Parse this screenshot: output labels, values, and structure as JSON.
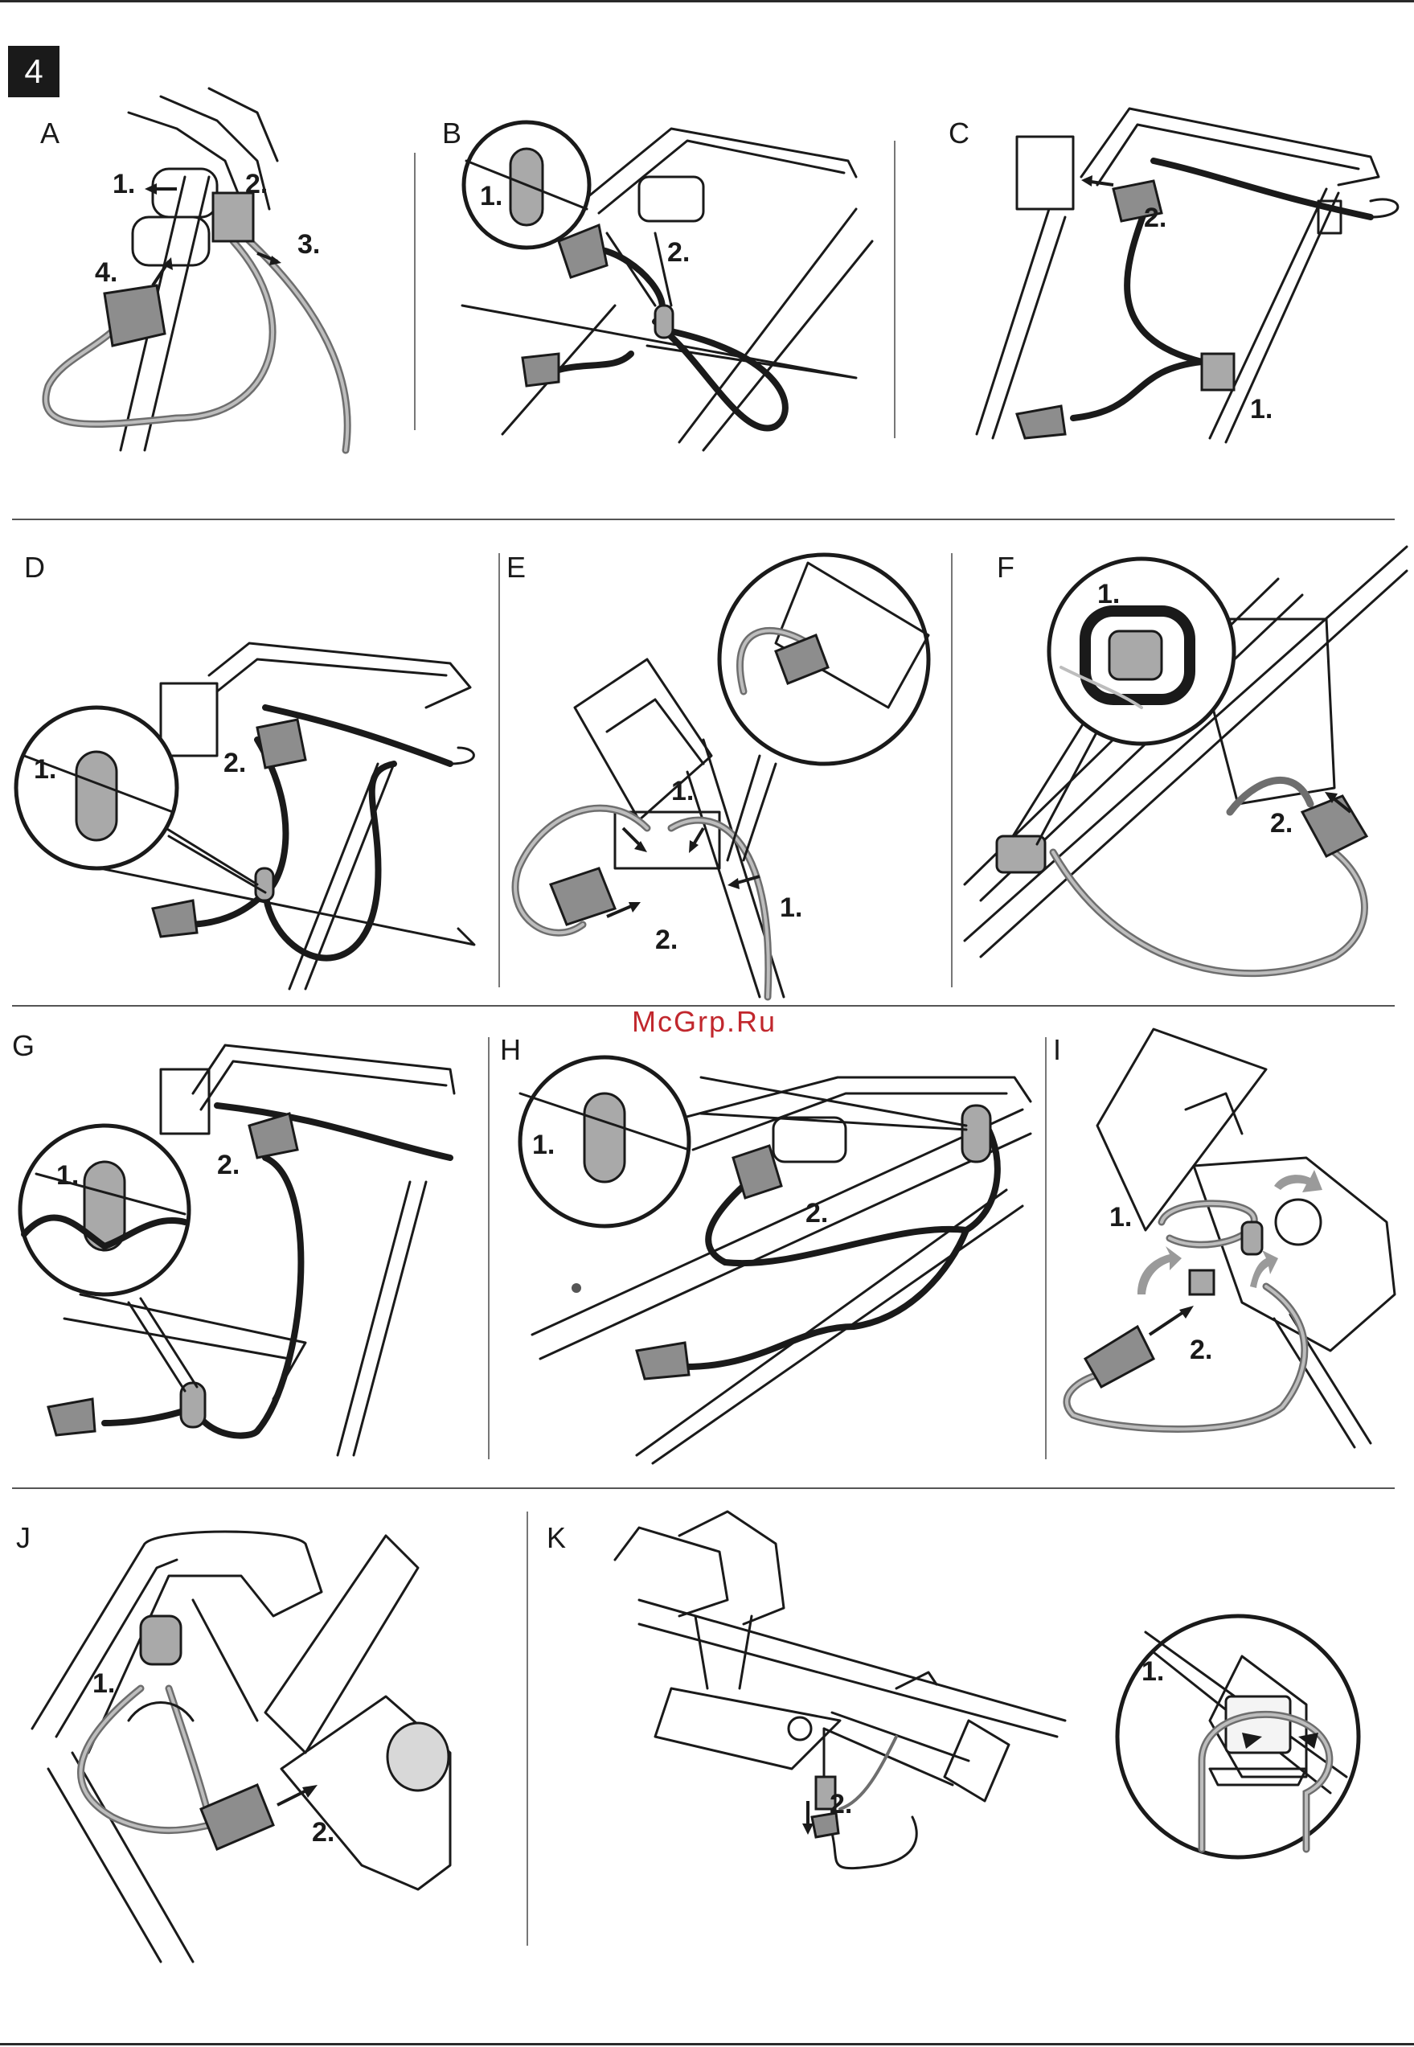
{
  "figure": {
    "number": "4"
  },
  "watermark": "McGrp.Ru",
  "panels": {
    "A": {
      "label": "A",
      "steps": [
        "1.",
        "2.",
        "3.",
        "4."
      ]
    },
    "B": {
      "label": "B",
      "steps": [
        "1.",
        "2."
      ]
    },
    "C": {
      "label": "C",
      "steps": [
        "2.",
        "1."
      ]
    },
    "D": {
      "label": "D",
      "steps": [
        "1.",
        "2."
      ]
    },
    "E": {
      "label": "E",
      "steps": [
        "1.",
        "1.",
        "2."
      ]
    },
    "F": {
      "label": "F",
      "steps": [
        "1.",
        "2."
      ]
    },
    "G": {
      "label": "G",
      "steps": [
        "1.",
        "2."
      ]
    },
    "H": {
      "label": "H",
      "steps": [
        "1.",
        "2."
      ]
    },
    "I": {
      "label": "I",
      "steps": [
        "1.",
        "2."
      ]
    },
    "J": {
      "label": "J",
      "steps": [
        "1.",
        "2."
      ]
    },
    "K": {
      "label": "K",
      "steps": [
        "2.",
        "1."
      ]
    }
  },
  "colors": {
    "ink": "#1a1a1a",
    "cable_grey": "#6e6e6e",
    "plug_grey": "#8d8d8d",
    "watermark": "#c1272d"
  }
}
